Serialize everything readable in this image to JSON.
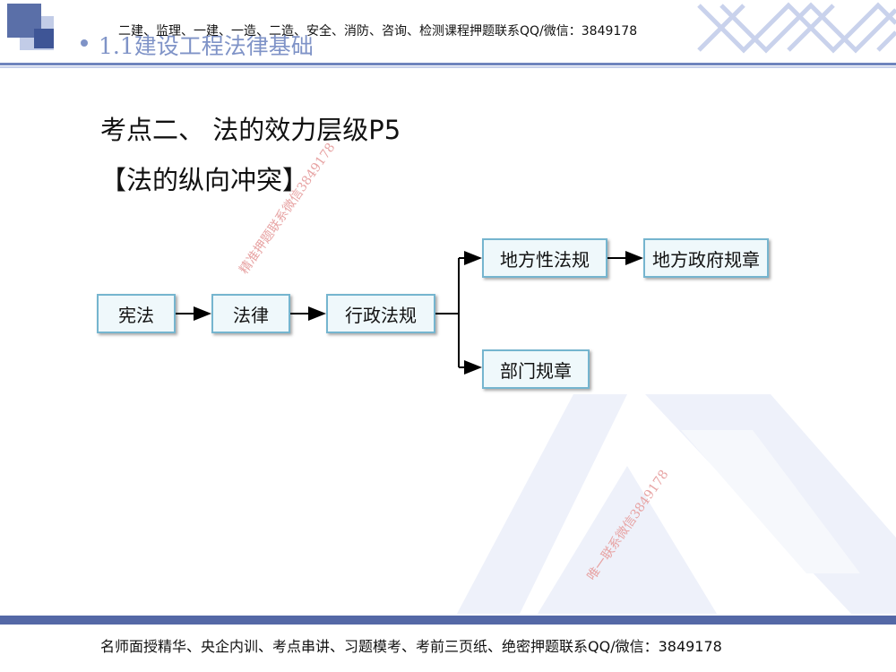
{
  "header": {
    "section_title": "1.1建设工程法律基础",
    "ad_text": "二建、监理、一建、一造、二造、安全、消防、咨询、检测课程押题联系QQ/微信：3849178"
  },
  "content": {
    "heading": "考点二、 法的效力层级P5",
    "subheading": "【法的纵向冲突】"
  },
  "diagram": {
    "nodes": {
      "constitution": "宪法",
      "law": "法律",
      "admin_regulation": "行政法规",
      "local_regulation": "地方性法规",
      "local_gov_rule": "地方政府规章",
      "dept_rule": "部门规章"
    }
  },
  "watermarks": {
    "wm1": "精准押题联系微信3849178",
    "wm2": "唯一联系微信3849178"
  },
  "footer": {
    "ad_text": "名师面授精华、央企内训、考点串讲、习题模考、考前三页纸、绝密押题联系QQ/微信：3849178"
  },
  "colors": {
    "accent": "#5468a6",
    "title_color": "#7f93c7",
    "node_border": "#75b5cf",
    "node_fill": "#eff8fb",
    "watermark": "#e7a3a3"
  }
}
